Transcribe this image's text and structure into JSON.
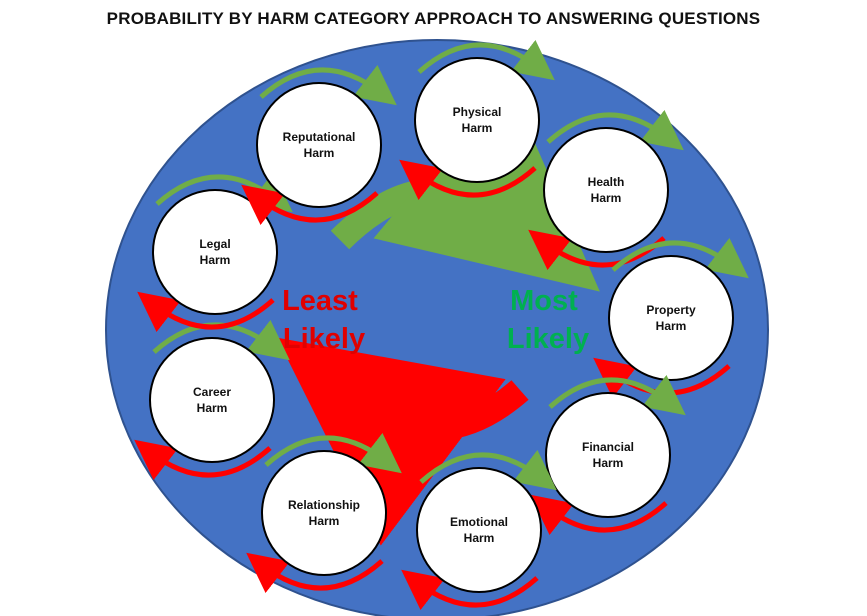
{
  "title": "PROBABILITY BY HARM CATEGORY APPROACH TO ANSWERING QUESTIONS",
  "colors": {
    "disc": "#4472C4",
    "disc_border": "#2F528F",
    "green_arrow": "#70AD47",
    "red_arrow": "#FF0000",
    "least_text": "#E00000",
    "most_text": "#00B050"
  },
  "center": {
    "least": [
      "Least",
      "Likely"
    ],
    "most": [
      "Most",
      "Likely"
    ]
  },
  "categories": [
    {
      "key": "physical",
      "lines": [
        "Physical",
        "Harm"
      ]
    },
    {
      "key": "health",
      "lines": [
        "Health",
        "Harm"
      ]
    },
    {
      "key": "property",
      "lines": [
        "Property",
        "Harm"
      ]
    },
    {
      "key": "financial",
      "lines": [
        "Financial",
        "Harm"
      ]
    },
    {
      "key": "emotional",
      "lines": [
        "Emotional",
        "Harm"
      ]
    },
    {
      "key": "relationship",
      "lines": [
        "Relationship",
        "Harm"
      ]
    },
    {
      "key": "career",
      "lines": [
        "Career",
        "Harm"
      ]
    },
    {
      "key": "legal",
      "lines": [
        "Legal",
        "Harm"
      ]
    },
    {
      "key": "reputational",
      "lines": [
        "Reputational",
        "Harm"
      ]
    }
  ]
}
